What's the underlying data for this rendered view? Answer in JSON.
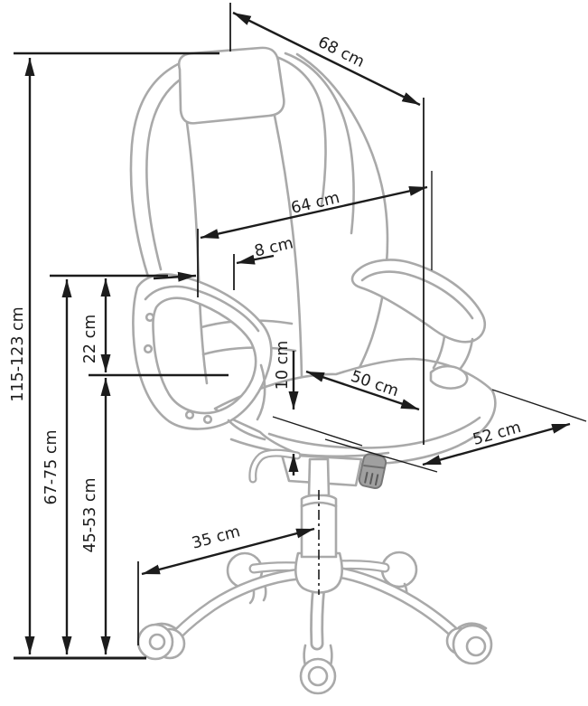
{
  "diagram": {
    "type": "product-dimension-drawing",
    "subject": "office swivel chair, three-quarter side view with dimension callouts",
    "unit": "cm",
    "colors": {
      "dimension_line": "#1c1c1c",
      "chair_line": "#a9a9a9",
      "background": "#ffffff"
    },
    "dims": {
      "d115": {
        "label": "115-123 cm"
      },
      "d67": {
        "label": "67-75 cm"
      },
      "d45": {
        "label": "45-53 cm"
      },
      "d22": {
        "label": "22 cm"
      },
      "d68": {
        "label": "68 cm"
      },
      "d64": {
        "label": "64 cm"
      },
      "d8": {
        "label": "8 cm"
      },
      "d50": {
        "label": "50 cm"
      },
      "d10": {
        "label": "10 cm"
      },
      "d52": {
        "label": "52 cm"
      },
      "d35": {
        "label": "35 cm"
      }
    }
  }
}
